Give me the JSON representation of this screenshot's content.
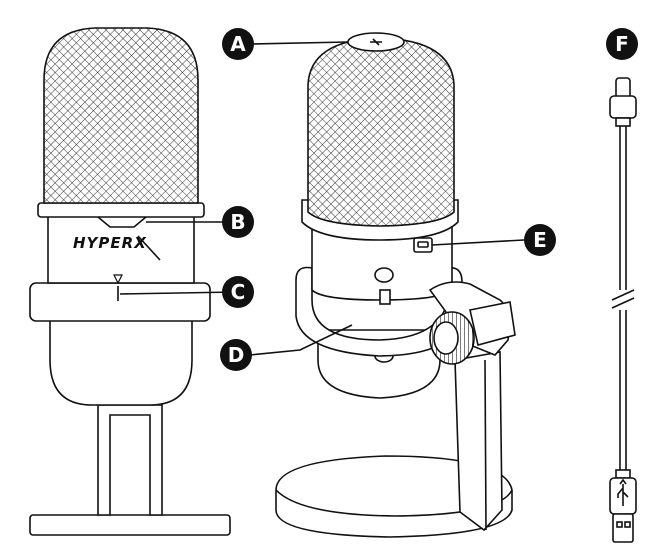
{
  "brand_logo": "HYPERX",
  "callouts": [
    {
      "id": "A",
      "label": "A"
    },
    {
      "id": "B",
      "label": "B"
    },
    {
      "id": "C",
      "label": "C"
    },
    {
      "id": "D",
      "label": "D"
    },
    {
      "id": "E",
      "label": "E"
    },
    {
      "id": "F",
      "label": "F"
    }
  ],
  "colors": {
    "line": "#111111",
    "callout_fill": "#111111",
    "background": "#ffffff"
  }
}
